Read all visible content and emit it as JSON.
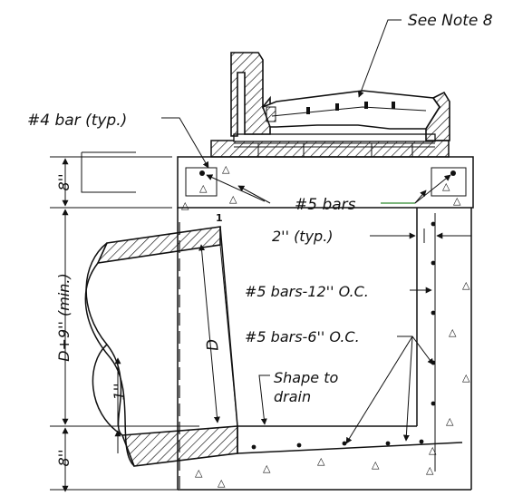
{
  "labels": {
    "see_note": "See Note 8",
    "bar4": "#4 bar (typ.)",
    "bars5": "#5 bars",
    "cover2": "2'' (typ.)",
    "bars_12": "#5 bars-12'' O.C.",
    "bars_6": "#5 bars-6'' O.C.",
    "shape_line1": "Shape to",
    "shape_line2": "drain",
    "slope_mark": "1"
  },
  "dimensions": {
    "top_slab": "8''",
    "wall_height": "D+9'' (min.)",
    "pipe_dia": "D",
    "pipe_offset": "1''",
    "bottom_slab": "8''"
  },
  "colors": {
    "line": "#111111",
    "leader_green": "#2e8b2e"
  }
}
